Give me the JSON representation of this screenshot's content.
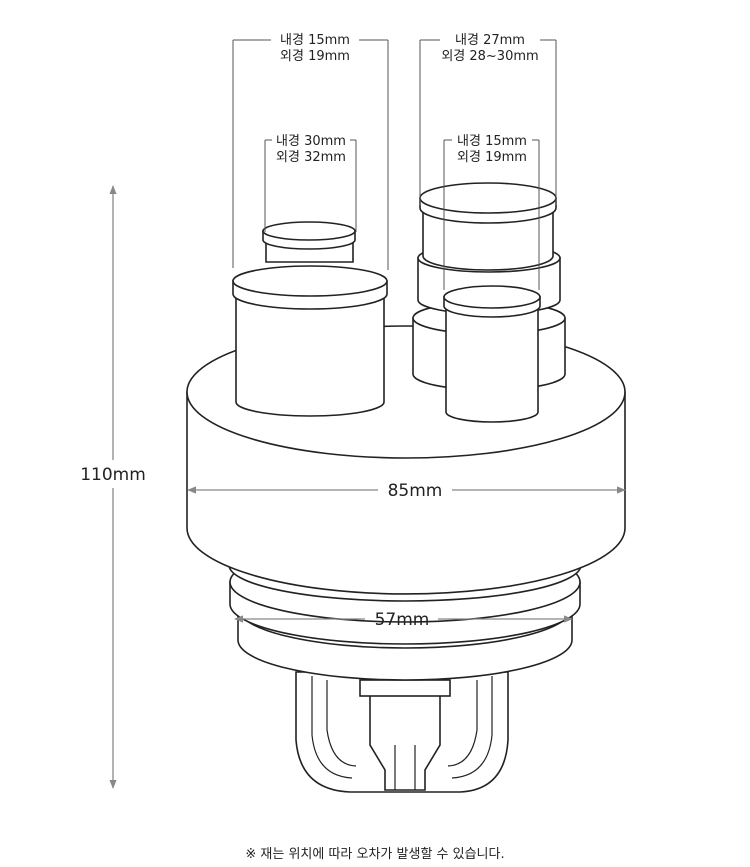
{
  "dimensions": {
    "top_left_pipe": {
      "inner": "내경 15mm",
      "outer": "외경 19mm"
    },
    "top_right_pipe": {
      "inner": "내경 27mm",
      "outer": "외경 28~30mm"
    },
    "mid_left_pipe": {
      "inner": "내경 30mm",
      "outer": "외경 32mm"
    },
    "mid_right_pipe": {
      "inner": "내경 15mm",
      "outer": "외경 19mm"
    },
    "height": "110mm",
    "body_diameter": "85mm",
    "base_diameter": "57mm"
  },
  "footnote": "※ 재는 위치에 따라 오차가 발생할 수 있습니다."
}
